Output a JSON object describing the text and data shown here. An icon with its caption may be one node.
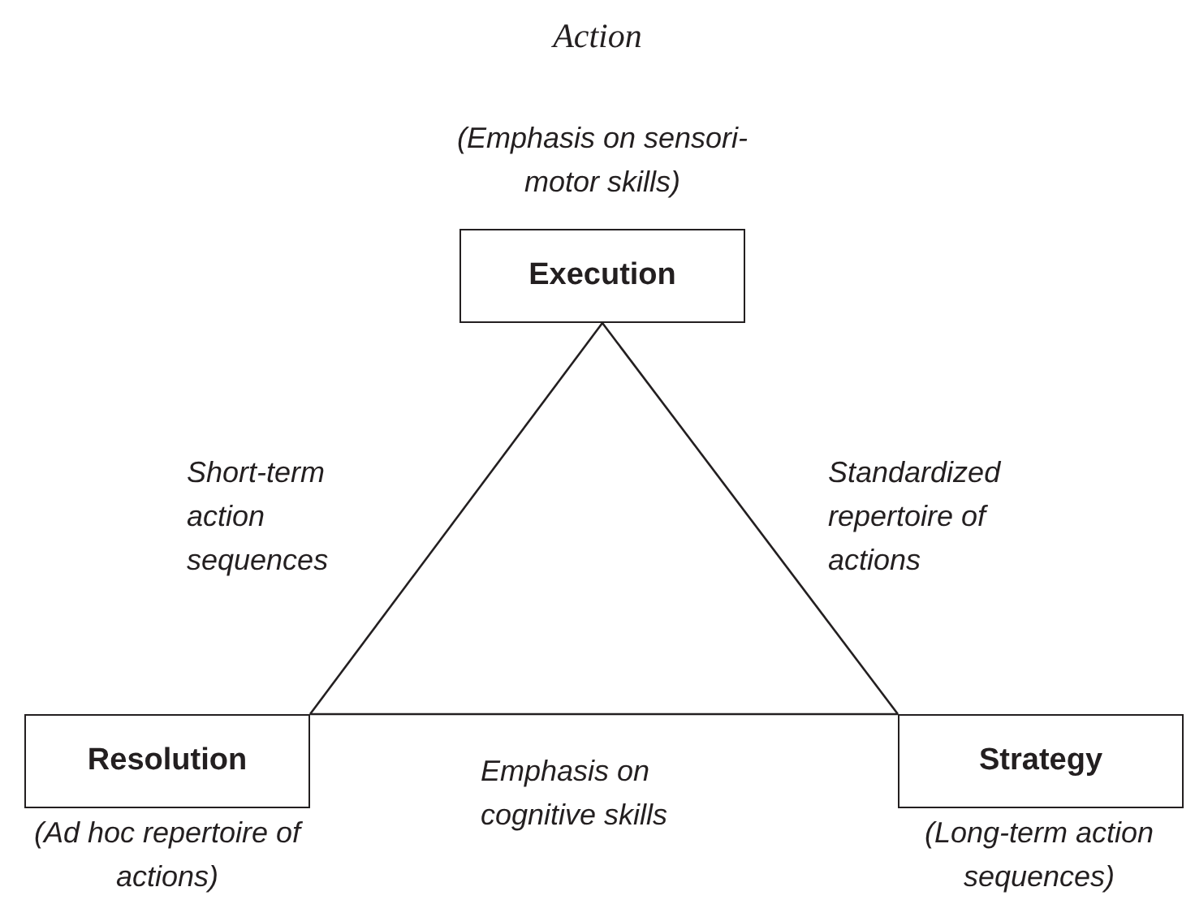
{
  "diagram": {
    "title": "Action",
    "nodes": [
      {
        "text": [
          "Execution"
        ],
        "beside": [
          "(Emphasis on sensori-motor skills)"
        ]
      },
      {
        "text": [
          "Resolution"
        ],
        "beside": [
          "(Ad hoc repertoire of actions)"
        ]
      },
      {
        "text": [
          "Strategy"
        ],
        "beside": [
          "(Long-term action sequences)"
        ]
      }
    ],
    "edges": [
      {
        "from": 0,
        "to": 1,
        "arrow": "none",
        "label": "Short-term action sequences"
      },
      {
        "from": 0,
        "to": 2,
        "arrow": "none",
        "label": "Standardized repertoire of actions"
      },
      {
        "from": 1,
        "to": 2,
        "arrow": "none",
        "label": "Emphasis on cognitive skills"
      }
    ]
  }
}
